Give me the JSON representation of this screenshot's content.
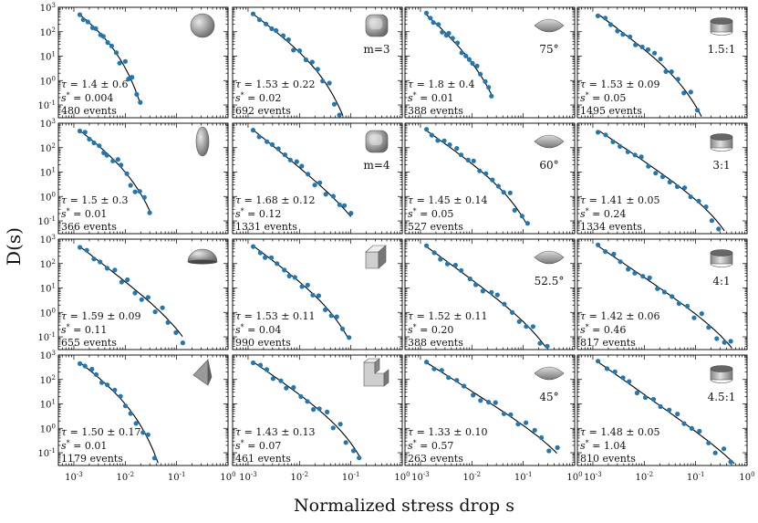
{
  "figure": {
    "ylabel": "D(s)",
    "xlabel": "Normalized stress drop s",
    "point_color": "#1f77b4",
    "fit_color": "#000000"
  },
  "chart_data": {
    "type": "scatter",
    "layout": "4x4 grid of log-log panels",
    "xscale": "log",
    "yscale": "log",
    "xlim": [
      0.0005,
      1.0
    ],
    "ylim": [
      0.03,
      1000
    ],
    "xticks": [
      "10^-3",
      "10^-2",
      "10^-1",
      "10^0"
    ],
    "yticks": [
      "10^-1",
      "10^0",
      "10^1",
      "10^2",
      "10^3"
    ],
    "panels": [
      {
        "shape": "sphere",
        "shape_label": "",
        "tau": "1.4 ± 0.6",
        "sstar": "0.004",
        "events": "480 events",
        "tau_val": 1.4,
        "sstar_val": 0.004,
        "x_range": [
          0.0013,
          0.02
        ]
      },
      {
        "shape": "rounded-cube",
        "shape_label": "m=3",
        "tau": "1.53 ± 0.22",
        "sstar": "0.02",
        "events": "692 events",
        "tau_val": 1.53,
        "sstar_val": 0.02,
        "x_range": [
          0.0013,
          0.08
        ]
      },
      {
        "shape": "lens",
        "shape_label": "75°",
        "tau": "1.8 ± 0.4",
        "sstar": "0.01",
        "events": "388 events",
        "tau_val": 1.8,
        "sstar_val": 0.01,
        "x_range": [
          0.0013,
          0.025
        ]
      },
      {
        "shape": "cylinder",
        "shape_label": "1.5:1",
        "tau": "1.53 ± 0.09",
        "sstar": "0.05",
        "events": "1495 events",
        "tau_val": 1.53,
        "sstar_val": 0.05,
        "x_range": [
          0.0013,
          0.18
        ]
      },
      {
        "shape": "ellipsoid",
        "shape_label": "",
        "tau": "1.5 ± 0.3",
        "sstar": "0.01",
        "events": "366 events",
        "tau_val": 1.5,
        "sstar_val": 0.01,
        "x_range": [
          0.0013,
          0.03
        ]
      },
      {
        "shape": "rounded-cube",
        "shape_label": "m=4",
        "tau": "1.68 ± 0.12",
        "sstar": "0.12",
        "events": "1331 events",
        "tau_val": 1.68,
        "sstar_val": 0.12,
        "x_range": [
          0.0013,
          0.1
        ]
      },
      {
        "shape": "lens",
        "shape_label": "60°",
        "tau": "1.45 ± 0.14",
        "sstar": "0.05",
        "events": "527 events",
        "tau_val": 1.45,
        "sstar_val": 0.05,
        "x_range": [
          0.0013,
          0.12
        ]
      },
      {
        "shape": "cylinder",
        "shape_label": "3:1",
        "tau": "1.41 ± 0.05",
        "sstar": "0.24",
        "events": "1334 events",
        "tau_val": 1.41,
        "sstar_val": 0.24,
        "x_range": [
          0.0013,
          0.4
        ]
      },
      {
        "shape": "hemisphere",
        "shape_label": "",
        "tau": "1.59 ± 0.09",
        "sstar": "0.11",
        "events": "655 events",
        "tau_val": 1.59,
        "sstar_val": 0.11,
        "x_range": [
          0.0013,
          0.13
        ]
      },
      {
        "shape": "cube",
        "shape_label": "",
        "tau": "1.53 ± 0.11",
        "sstar": "0.04",
        "events": "990 events",
        "tau_val": 1.53,
        "sstar_val": 0.04,
        "x_range": [
          0.0013,
          0.09
        ]
      },
      {
        "shape": "lens",
        "shape_label": "52.5°",
        "tau": "1.52 ± 0.11",
        "sstar": "0.20",
        "events": "388 events",
        "tau_val": 1.52,
        "sstar_val": 0.2,
        "x_range": [
          0.0013,
          0.3
        ]
      },
      {
        "shape": "cylinder",
        "shape_label": "4:1",
        "tau": "1.42 ± 0.06",
        "sstar": "0.46",
        "events": "817 events",
        "tau_val": 1.42,
        "sstar_val": 0.46,
        "x_range": [
          0.0013,
          0.5
        ]
      },
      {
        "shape": "tetrahedron",
        "shape_label": "",
        "tau": "1.50 ± 0.17",
        "sstar": "0.01",
        "events": "1179 events",
        "tau_val": 1.5,
        "sstar_val": 0.01,
        "x_range": [
          0.0013,
          0.06
        ]
      },
      {
        "shape": "l-shape",
        "shape_label": "",
        "tau": "1.43 ± 0.13",
        "sstar": "0.07",
        "events": "461 events",
        "tau_val": 1.43,
        "sstar_val": 0.07,
        "x_range": [
          0.0013,
          0.15
        ]
      },
      {
        "shape": "lens",
        "shape_label": "45°",
        "tau": "1.33 ± 0.10",
        "sstar": "0.57",
        "events": "263 events",
        "tau_val": 1.33,
        "sstar_val": 0.57,
        "x_range": [
          0.0013,
          0.45
        ]
      },
      {
        "shape": "cylinder",
        "shape_label": "4.5:1",
        "tau": "1.48 ± 0.05",
        "sstar": "1.04",
        "events": "810 events",
        "tau_val": 1.48,
        "sstar_val": 1.04,
        "x_range": [
          0.0013,
          0.7
        ]
      }
    ]
  }
}
